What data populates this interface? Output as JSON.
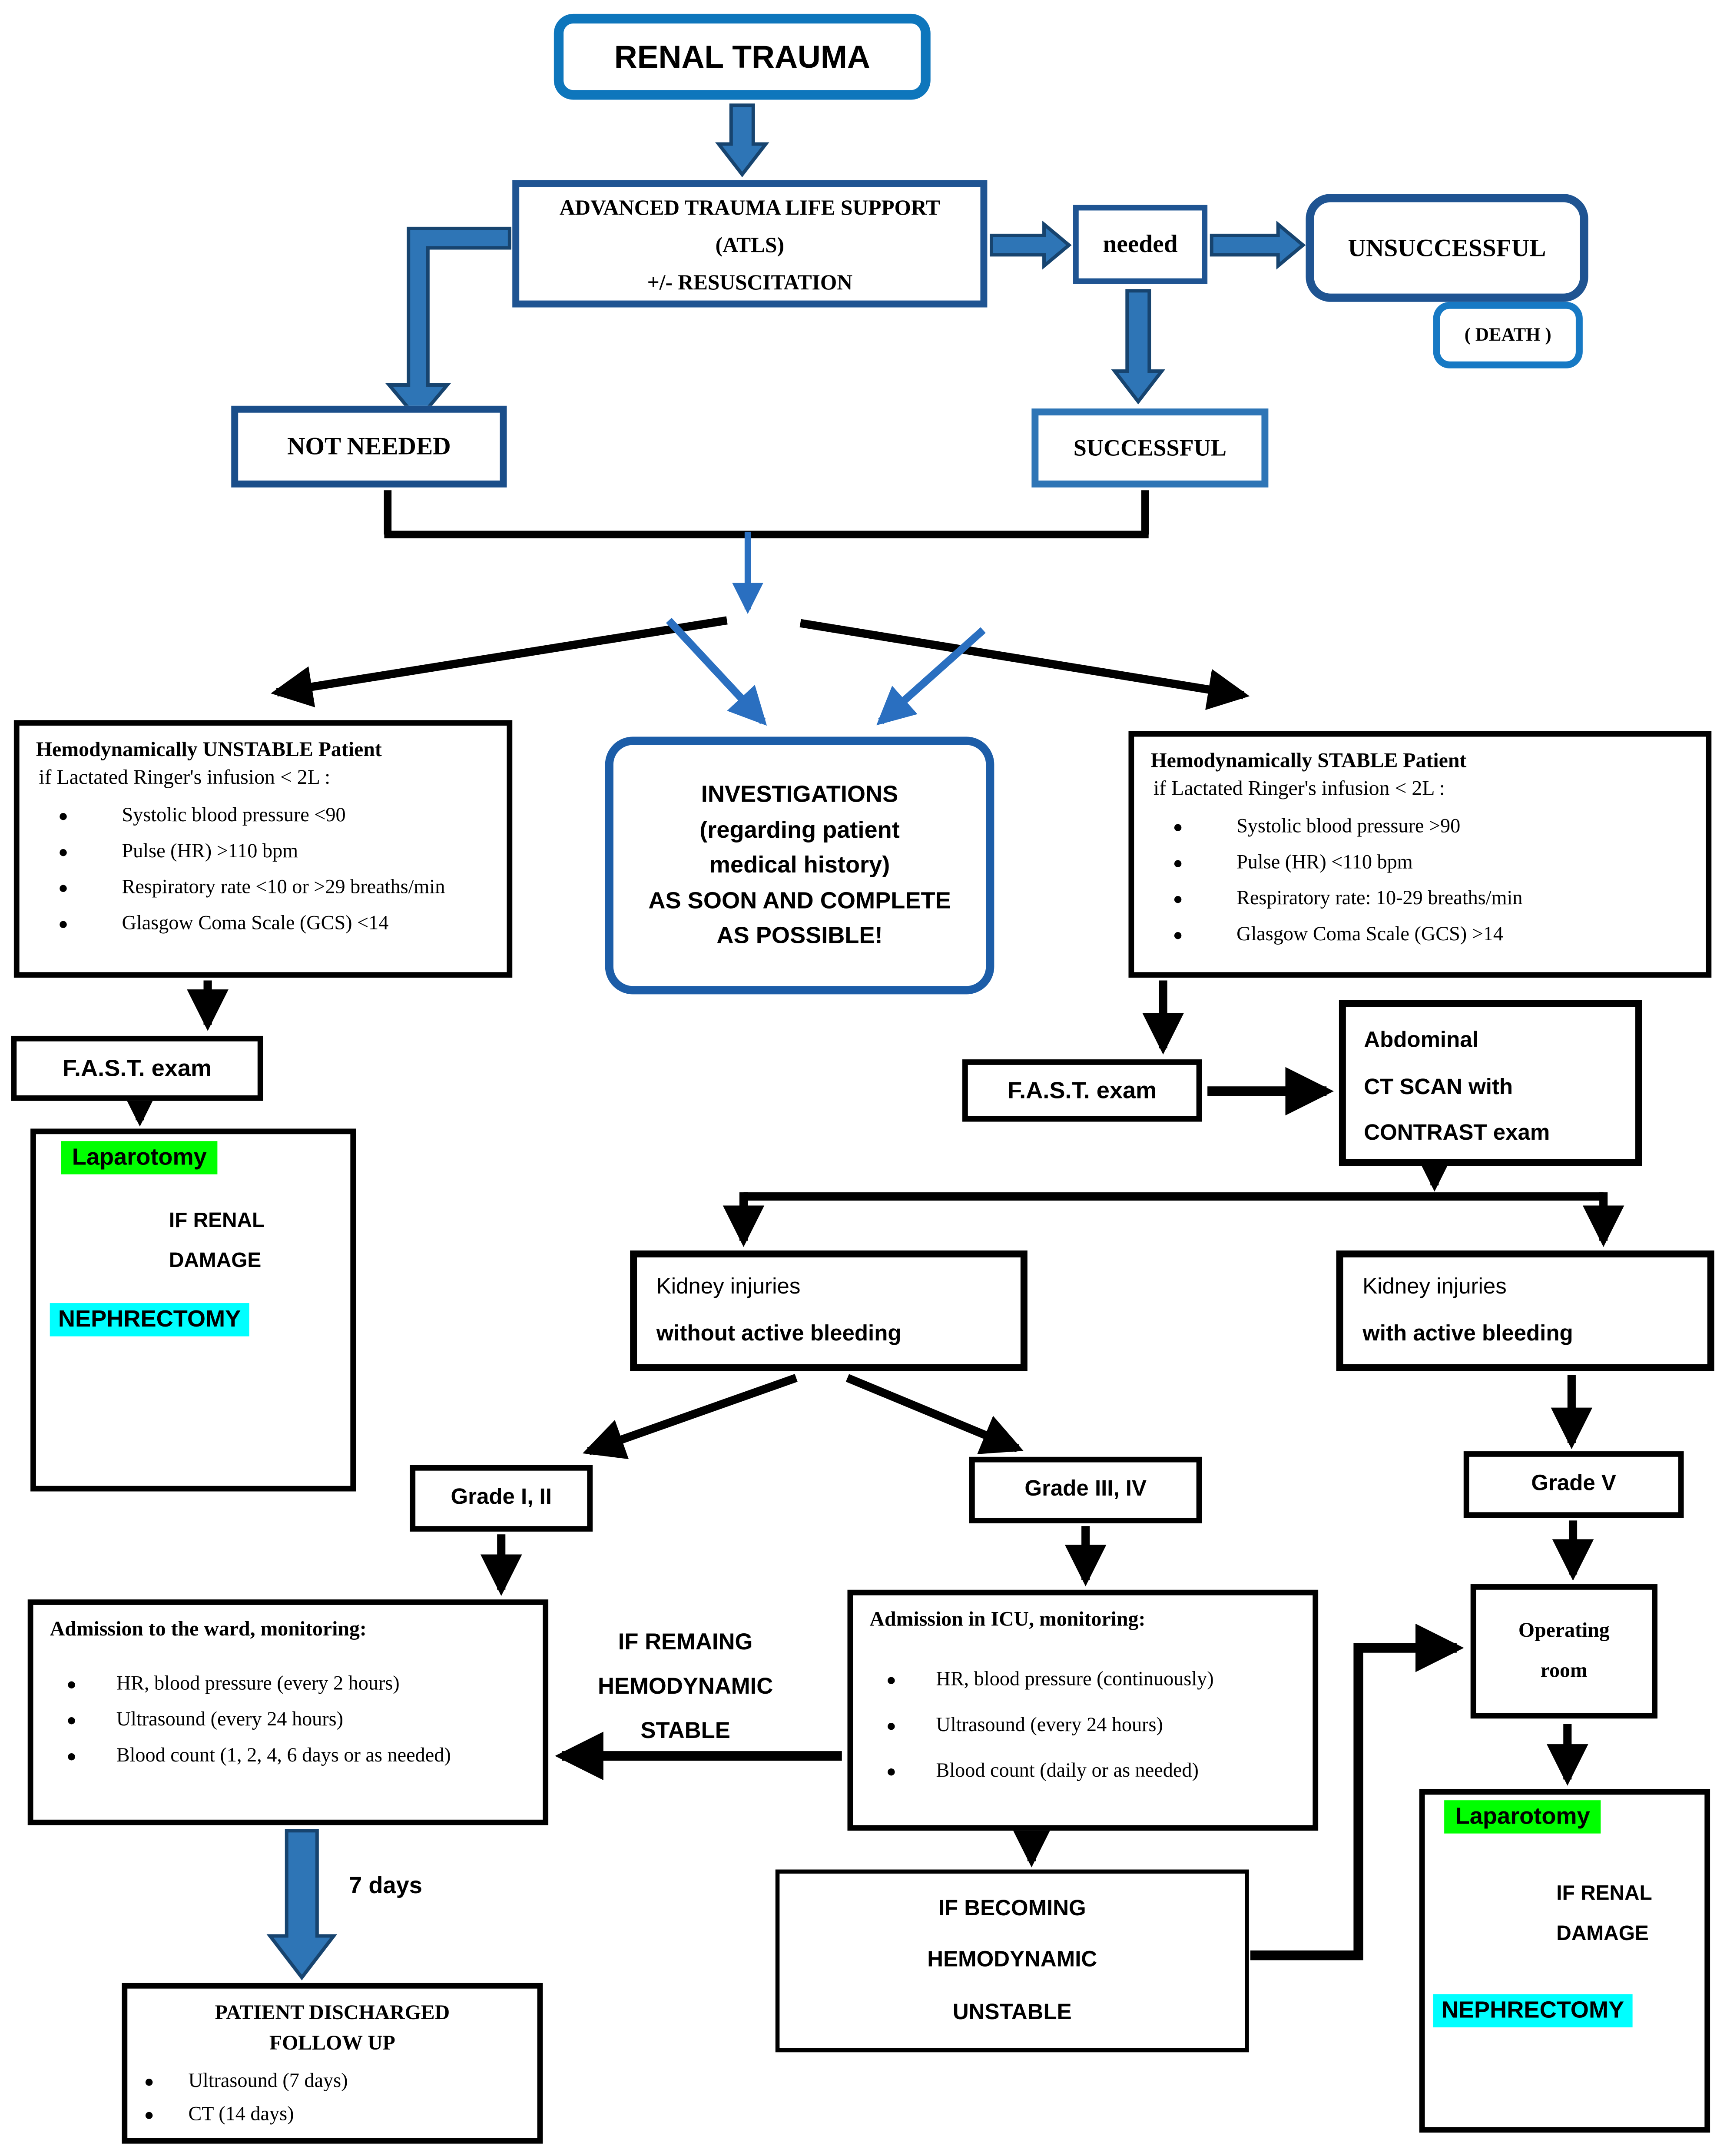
{
  "flowchart": {
    "title": "RENAL TRAUMA",
    "atls": {
      "lines": [
        "ADVANCED TRAUMA LIFE SUPPORT",
        "(ATLS)",
        "+/- RESUSCITATION"
      ]
    },
    "needed": "needed",
    "unsuccessful": "UNSUCCESSFUL",
    "death": "( DEATH )",
    "not_needed": "NOT NEEDED",
    "successful": "SUCCESSFUL",
    "unstable": {
      "title": "Hemodynamically UNSTABLE Patient",
      "subtitle": "if Lactated Ringer's infusion < 2L :",
      "bullets": [
        "Systolic blood pressure <90",
        "Pulse (HR) >110 bpm",
        "Respiratory rate <10 or >29 breaths/min",
        "Glasgow Coma Scale (GCS) <14"
      ]
    },
    "investigations": {
      "lines": [
        "INVESTIGATIONS",
        "(regarding patient",
        "medical history)",
        "AS SOON AND COMPLETE",
        "AS POSSIBLE!"
      ]
    },
    "stable": {
      "title": "Hemodynamically STABLE Patient",
      "subtitle": "if Lactated Ringer's infusion < 2L :",
      "bullets": [
        "Systolic blood pressure >90",
        "Pulse (HR) <110 bpm",
        "Respiratory rate: 10-29 breaths/min",
        "Glasgow Coma Scale (GCS) >14"
      ]
    },
    "fast_left": "F.A.S.T. exam",
    "fast_right": "F.A.S.T. exam",
    "ct_scan": {
      "lines": [
        "Abdominal",
        "CT SCAN with",
        "CONTRAST exam"
      ]
    },
    "laparotomy_unstable": {
      "label": "Laparotomy",
      "condition_lines": [
        "IF RENAL",
        "DAMAGE"
      ],
      "result": "NEPHRECTOMY"
    },
    "kidney_without": {
      "lines": [
        "Kidney injuries",
        "without active bleeding"
      ]
    },
    "kidney_with": {
      "lines": [
        "Kidney injuries",
        "with active bleeding"
      ]
    },
    "grade_1_2": "Grade I, II",
    "grade_3_4": "Grade III, IV",
    "grade_5": "Grade V",
    "ward": {
      "title": "Admission to the ward, monitoring:",
      "bullets": [
        "HR, blood pressure (every 2 hours)",
        "Ultrasound (every 24 hours)",
        "Blood count (1, 2, 4, 6 days or as needed)"
      ]
    },
    "if_remaining": {
      "lines": [
        "IF REMAING",
        "HEMODYNAMIC",
        "STABLE"
      ]
    },
    "icu": {
      "title": "Admission in ICU, monitoring:",
      "bullets": [
        "HR, blood pressure (continuously)",
        "Ultrasound (every 24 hours)",
        "Blood count (daily or as needed)"
      ]
    },
    "operating_room": {
      "lines": [
        "Operating",
        "room"
      ]
    },
    "seven_days": "7 days",
    "if_becoming": {
      "lines": [
        "IF BECOMING",
        "HEMODYNAMIC",
        "UNSTABLE"
      ]
    },
    "laparotomy_grade5": {
      "label": "Laparotomy",
      "condition_lines": [
        "IF RENAL",
        "DAMAGE"
      ],
      "result": "NEPHRECTOMY"
    },
    "discharged": {
      "title_lines": [
        "PATIENT DISCHARGED",
        "FOLLOW UP"
      ],
      "bullets": [
        "Ultrasound (7 days)",
        "CT (14 days)"
      ]
    },
    "colors": {
      "highlight_green": "#00ff00",
      "highlight_cyan": "#00ffff",
      "arrow_blue": "#2e75b6",
      "bright_blue": "#2a6fc0",
      "navy_border": "#1f5492",
      "black": "#000000"
    }
  }
}
